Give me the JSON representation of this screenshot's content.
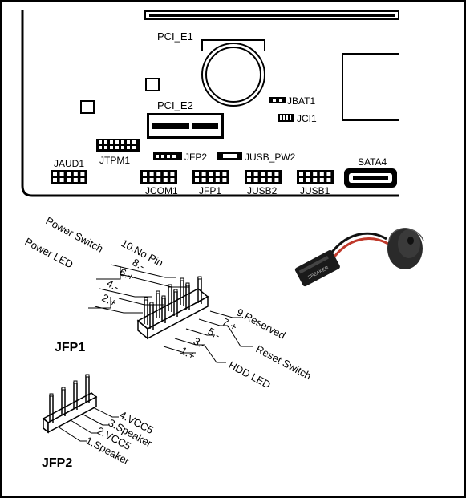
{
  "board": {
    "slots": [
      "PCI_E1",
      "PCI_E2"
    ],
    "headers_top": [
      "JBAT1",
      "JCI1"
    ],
    "headers_mid": [
      "JFP2",
      "JUSB_PW2",
      "SATA4"
    ],
    "headers_bottom": [
      "JAUD1",
      "JTPM1",
      "JCOM1",
      "JFP1",
      "JUSB2",
      "JUSB1"
    ]
  },
  "jfp1": {
    "title": "JFP1",
    "left_groups": [
      "Power Switch",
      "Power LED"
    ],
    "left_pins": [
      "10.No Pin",
      "8.-",
      "6.+",
      "4.-",
      "2.+"
    ],
    "right_pins": [
      "9.Reserved",
      "7.+",
      "5.-",
      "3.-",
      "1.+"
    ],
    "right_groups": [
      "Reset Switch",
      "HDD LED"
    ]
  },
  "jfp2": {
    "title": "JFP2",
    "pins": [
      "4.VCC5",
      "3.Speaker",
      "2.VCC5",
      "1.Speaker"
    ]
  },
  "speaker": {
    "label": "SPEAKER"
  }
}
